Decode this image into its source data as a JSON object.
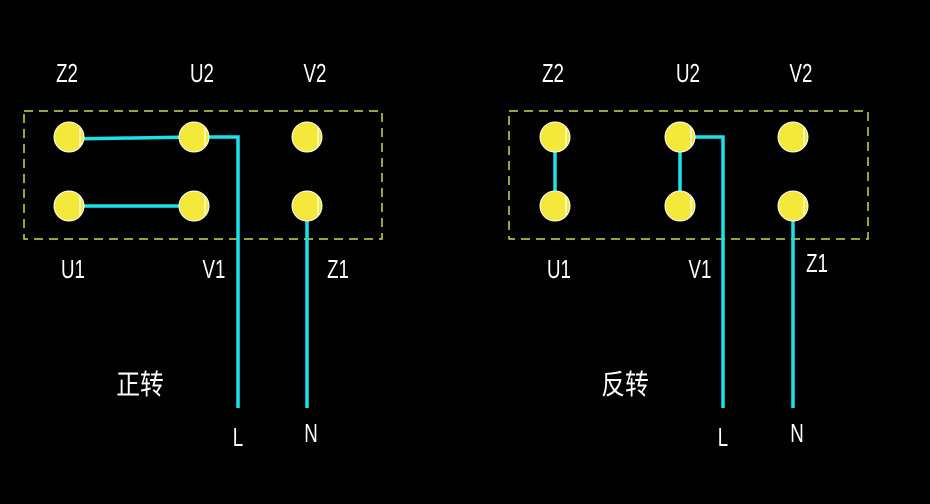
{
  "colors": {
    "background": "#000000",
    "box_border": "#d8d24a",
    "terminal_fill": "#f4e83a",
    "terminal_stroke": "#ffffff",
    "wire": "#19e3e8",
    "text": "#ffffff"
  },
  "diagrams": [
    {
      "caption": "正转",
      "top_labels": [
        "Z2",
        "U2",
        "V2"
      ],
      "bottom_labels": [
        "U1",
        "V1",
        "Z1"
      ],
      "supply_labels": [
        "L",
        "N"
      ]
    },
    {
      "caption": "反转",
      "top_labels": [
        "Z2",
        "U2",
        "V2"
      ],
      "bottom_labels": [
        "U1",
        "V1",
        "Z1"
      ],
      "supply_labels": [
        "L",
        "N"
      ]
    }
  ]
}
